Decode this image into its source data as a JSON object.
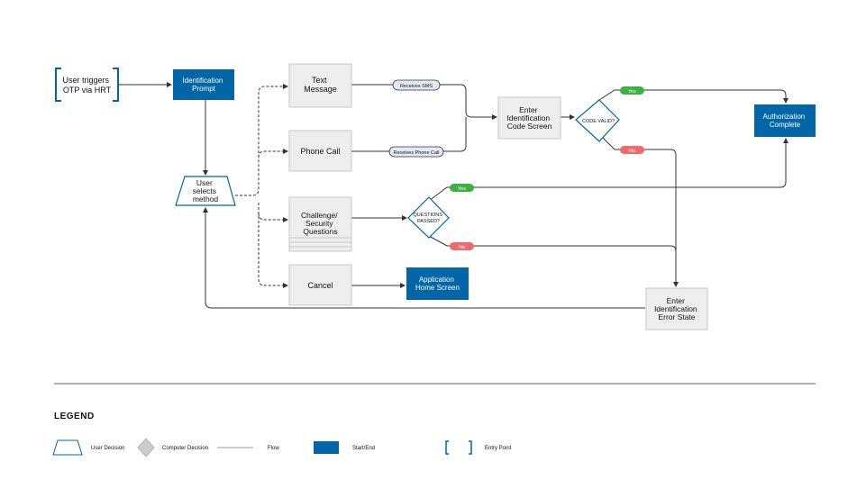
{
  "nodes": {
    "entry_point": [
      "User triggers",
      "OTP via HRT"
    ],
    "identification_prompt": [
      "Identification",
      "Prompt"
    ],
    "user_selects_method": [
      "User",
      "selects",
      "method"
    ],
    "text_message": [
      "Text",
      "Message"
    ],
    "phone_call": [
      "Phone Call"
    ],
    "challenge_questions": [
      "Challenge/",
      "Security",
      "Questions"
    ],
    "cancel": [
      "Cancel"
    ],
    "application_home_screen": [
      "Application",
      "Home Screen"
    ],
    "enter_identification_code_screen": [
      "Enter",
      "Identification",
      "Code Screen"
    ],
    "code_valid_decision": [
      "CODE VALID?"
    ],
    "questions_passed_decision": [
      "QUESTIONS",
      "PASSED?"
    ],
    "authorization_complete": [
      "Authorization",
      "Complete"
    ],
    "enter_identification_error_state": [
      "Enter",
      "Identification",
      "Error State"
    ]
  },
  "edge_labels": {
    "receives_sms": "Receives SMS",
    "receives_phone_call": "Receives Phone Call",
    "code_yes": "Yes",
    "code_no": "No",
    "questions_yes": "Yes",
    "questions_no": "No"
  },
  "legend": {
    "title": "LEGEND",
    "user_decision": "User Decision",
    "computer_decision": "Computer Decision",
    "flow": "Flow",
    "start_end": "Start/End",
    "entry_point": "Entry Point"
  },
  "colors": {
    "primary_blue": "#0066a8",
    "process_gray": "#eeeeee",
    "yes_green": "#3cb043",
    "no_red": "#ef6b6b",
    "pill_fill": "#e2eaf3",
    "line": "#333333"
  }
}
